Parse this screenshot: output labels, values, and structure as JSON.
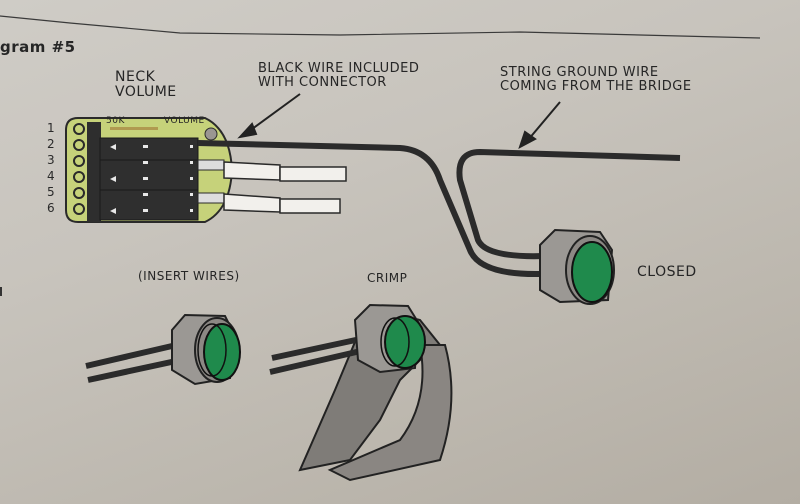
{
  "document": {
    "title_fragment": "gram #5"
  },
  "pot": {
    "heading": "NECK\nVOLUME",
    "heading_line1": "NECK",
    "heading_line2": "VOLUME",
    "value_label": "50K",
    "type_label": "VOLUME",
    "pins": [
      "1",
      "2",
      "3",
      "4",
      "5",
      "6"
    ]
  },
  "callouts": {
    "black_wire_line1": "BLACK WIRE INCLUDED",
    "black_wire_line2": "WITH CONNECTOR",
    "string_ground_line1": "STRING GROUND WIRE",
    "string_ground_line2": "COMING FROM THE BRIDGE"
  },
  "steps": {
    "insert": "(INSERT WIRES)",
    "crimp": "CRIMP",
    "closed": "CLOSED"
  },
  "colors": {
    "board_green": "#c6d27a",
    "cap_green": "#1f8a4c",
    "wire_black": "#2b2b2b",
    "connector_gray": "#8f8b87"
  }
}
